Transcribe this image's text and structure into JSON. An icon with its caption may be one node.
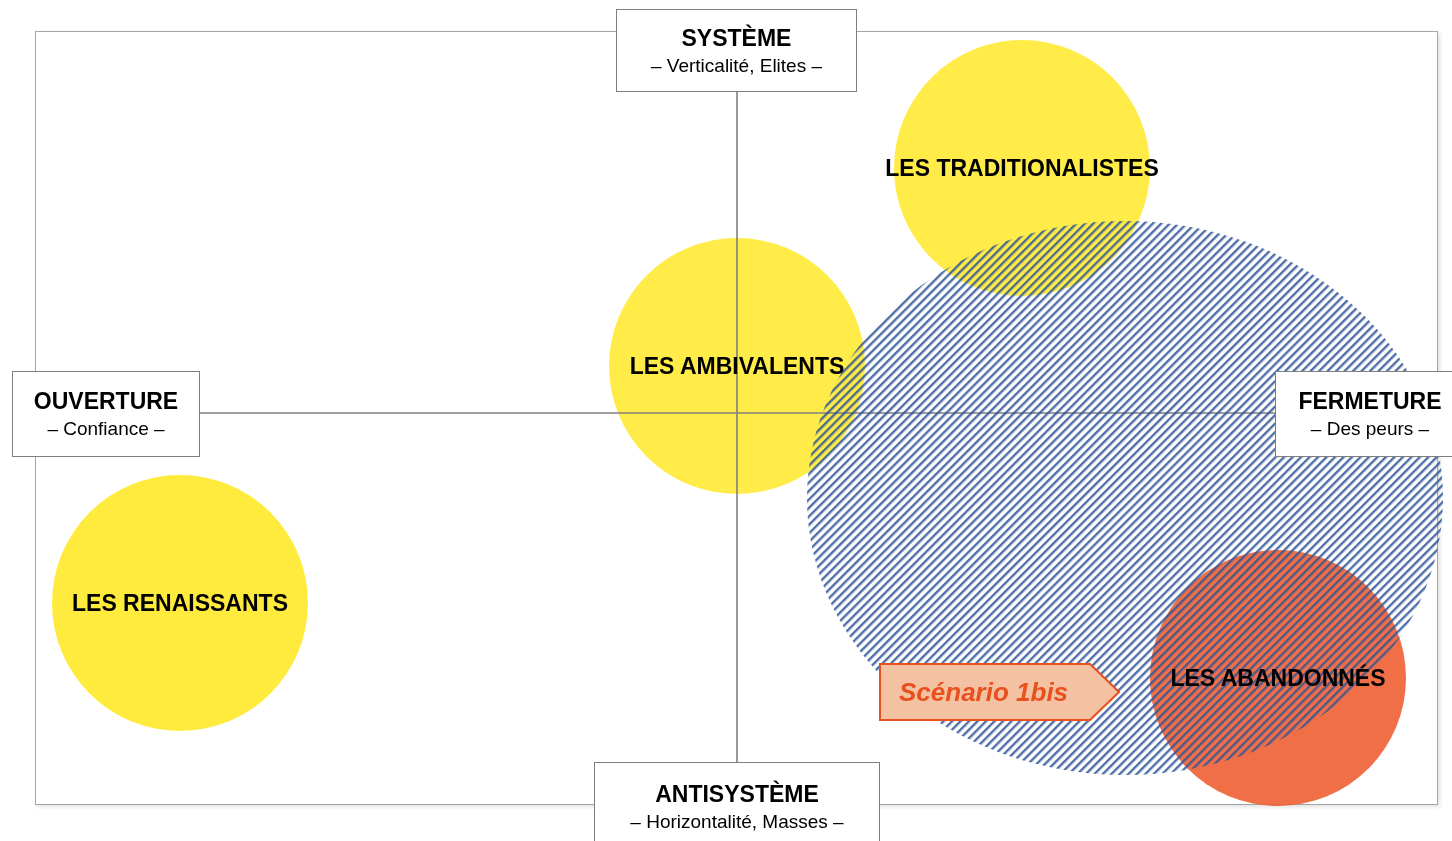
{
  "diagram": {
    "nodes": [
      {
        "text": [
          "SYSTÈME",
          "– Verticalité, Elites –"
        ]
      },
      {
        "text": [
          "LES TRADITIONALISTES"
        ]
      },
      {
        "text": [
          "LES AMBIVALENTS"
        ]
      },
      {
        "text": [
          "OUVERTURE",
          "– Confiance –"
        ]
      },
      {
        "text": [
          "FERMETURE",
          "– Des peurs –"
        ]
      },
      {
        "text": [
          "LES RENAISSANTS"
        ]
      },
      {
        "text": [
          "Scénario 1bis"
        ]
      },
      {
        "text": [
          "LES ABANDONNÉS"
        ]
      },
      {
        "text": [
          "ANTISYSTÈME",
          "– Horizontalité, Masses –"
        ]
      }
    ],
    "edges": []
  }
}
